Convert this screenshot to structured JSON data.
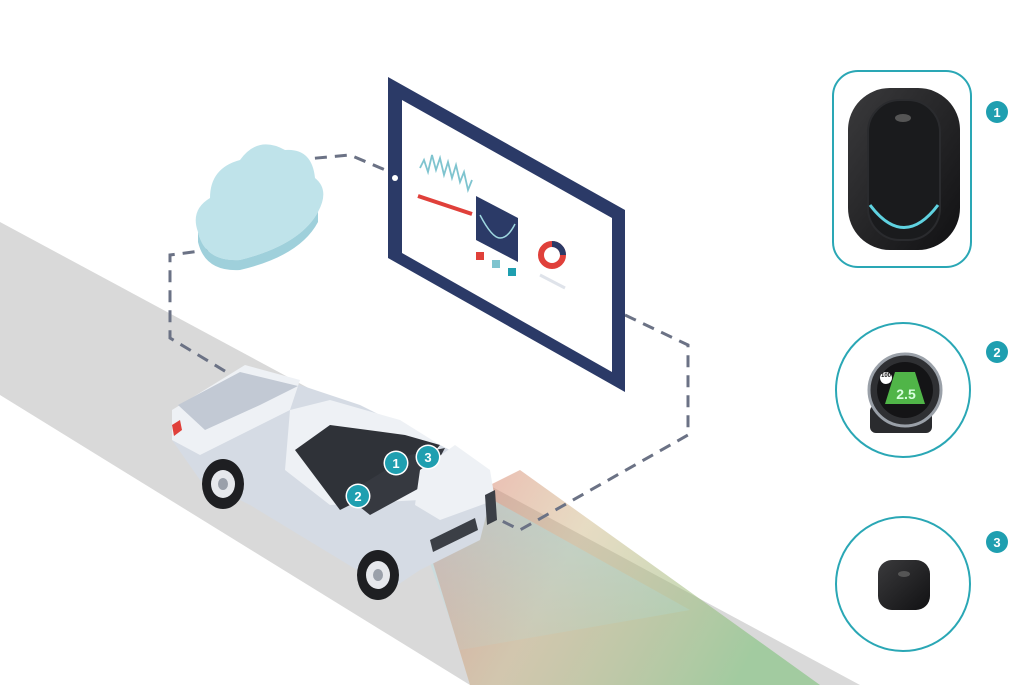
{
  "markers": {
    "m1": "1",
    "m2": "2",
    "m3": "3"
  },
  "devices": [
    {
      "number": "1",
      "name": "gateway-device",
      "shape": "rounded-square"
    },
    {
      "number": "2",
      "name": "speed-display",
      "shape": "circle",
      "display_value": "2.5",
      "display_limit": "100"
    },
    {
      "number": "3",
      "name": "sensor-tag",
      "shape": "circle"
    }
  ],
  "colors": {
    "accent": "#1f9fb0",
    "panel_border": "#2aa7b5",
    "tablet_frame": "#2b3a67",
    "road": "#d9d9d9",
    "dash_line": "#6b7285",
    "cloud": "#bfe3ea",
    "chart_red": "#e0403a",
    "beam_green": "#7dc27a",
    "beam_red": "#e0706a"
  }
}
